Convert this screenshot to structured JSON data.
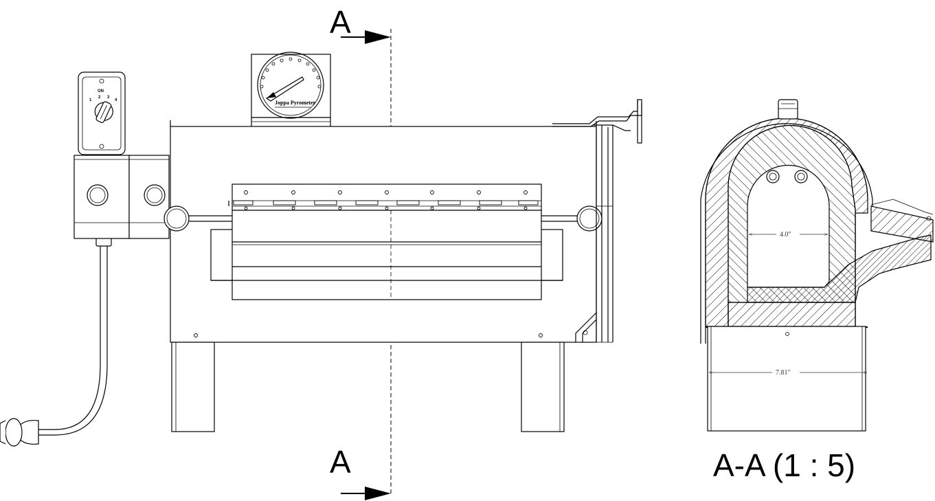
{
  "section_marker_top": "A",
  "section_marker_bottom": "A",
  "section_view_label": "A-A (1 : 5)",
  "dimension_inner_width": "4.0\"",
  "dimension_outer_width": "7.81\"",
  "switch_label_on": "ON",
  "switch_positions": [
    "1",
    "2",
    "3",
    "4"
  ],
  "pyrometer_brand": "Joppa Pyrometer",
  "colors": {
    "line": "#000000",
    "background": "#ffffff",
    "dimension": "#333333"
  }
}
